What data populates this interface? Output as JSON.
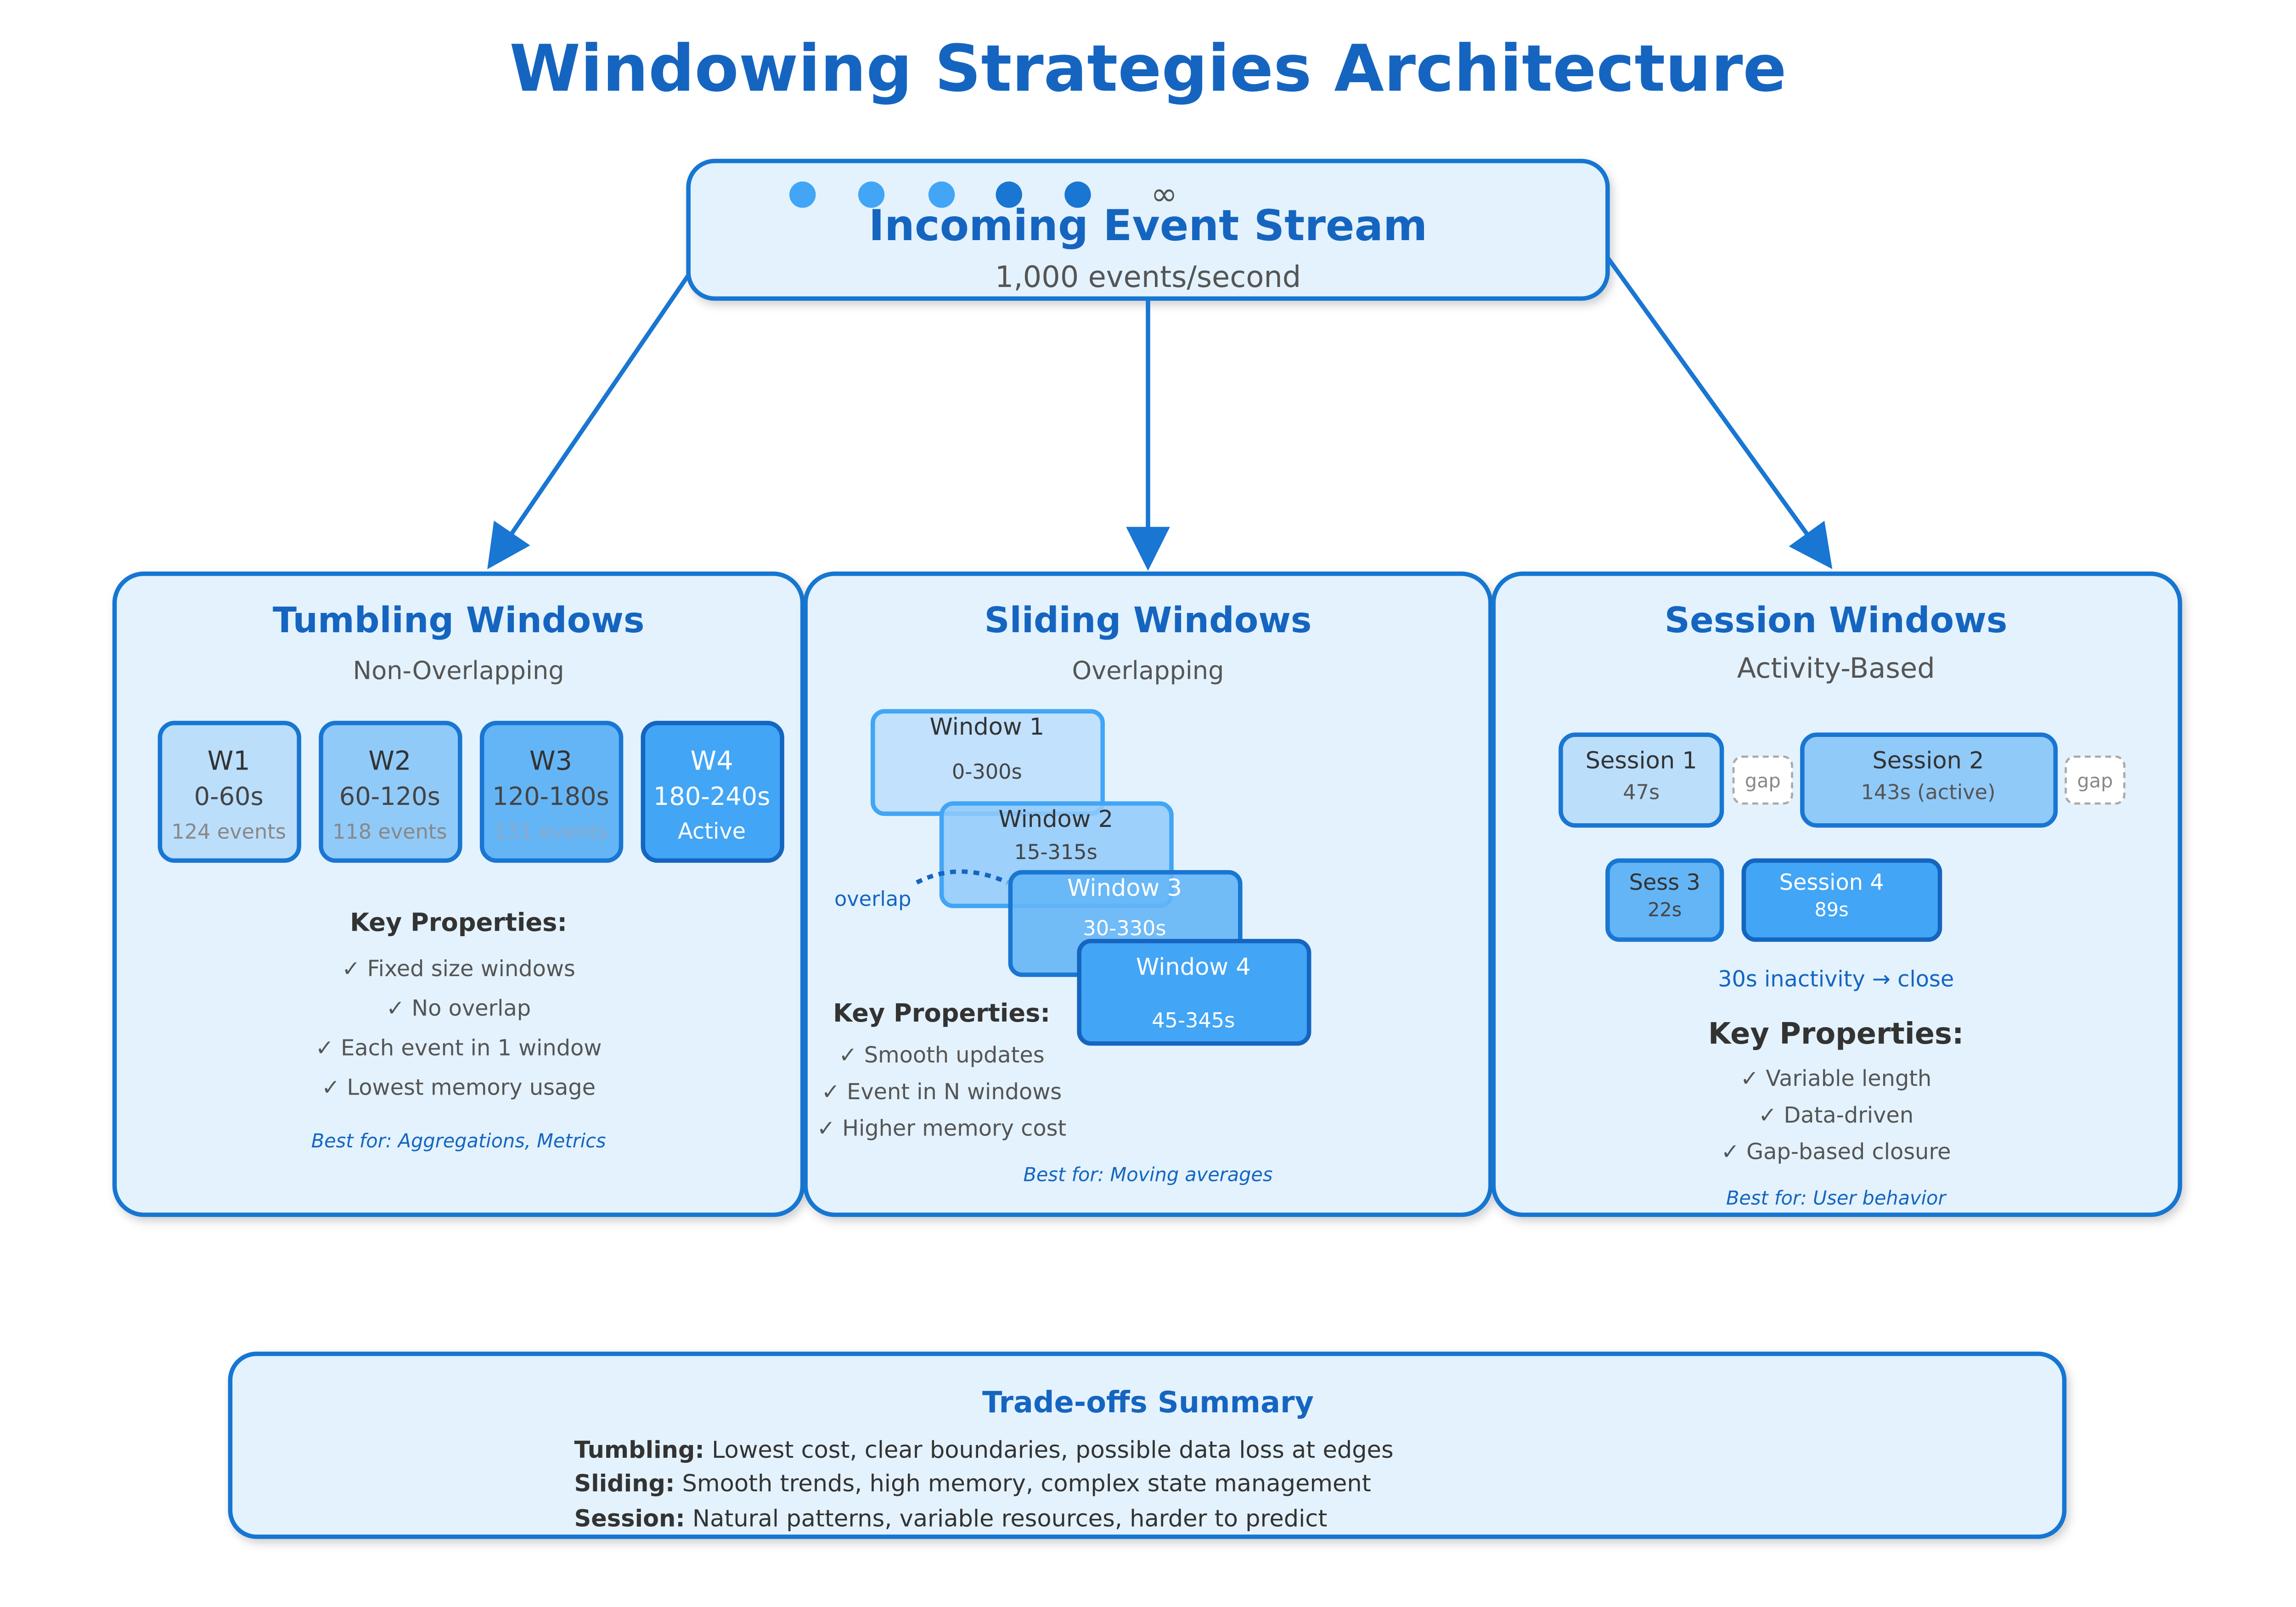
{
  "title": "Windowing Strategies Architecture",
  "stream": {
    "title": "Incoming Event Stream",
    "rate": "1,000 events/second",
    "infinity": "∞"
  },
  "tumbling": {
    "title": "Tumbling Windows",
    "subtitle": "Non-Overlapping",
    "windows": [
      {
        "name": "W1",
        "range": "0-60s",
        "info": "124 events"
      },
      {
        "name": "W2",
        "range": "60-120s",
        "info": "118 events"
      },
      {
        "name": "W3",
        "range": "120-180s",
        "info": "131 events"
      },
      {
        "name": "W4",
        "range": "180-240s",
        "info": "Active"
      }
    ],
    "props_title": "Key Properties:",
    "props": [
      "✓ Fixed size windows",
      "✓ No overlap",
      "✓ Each event in 1 window",
      "✓ Lowest memory usage"
    ],
    "best_for": "Best for: Aggregations, Metrics"
  },
  "sliding": {
    "title": "Sliding Windows",
    "subtitle": "Overlapping",
    "windows": [
      {
        "name": "Window 1",
        "range": "0-300s"
      },
      {
        "name": "Window 2",
        "range": "15-315s"
      },
      {
        "name": "Window 3",
        "range": "30-330s"
      },
      {
        "name": "Window 4",
        "range": "45-345s"
      }
    ],
    "overlap_label": "overlap",
    "props_title": "Key Properties:",
    "props": [
      "✓ Smooth updates",
      "✓ Event in N windows",
      "✓ Higher memory cost"
    ],
    "best_for": "Best for: Moving averages"
  },
  "session": {
    "title": "Session Windows",
    "subtitle": "Activity-Based",
    "sessions": [
      {
        "name": "Session 1",
        "dur": "47s"
      },
      {
        "name": "Session 2",
        "dur": "143s (active)"
      },
      {
        "name": "Sess 3",
        "dur": "22s"
      },
      {
        "name": "Session 4",
        "dur": "89s"
      }
    ],
    "gap_label": "gap",
    "rule": "30s inactivity → close",
    "props_title": "Key Properties:",
    "props": [
      "✓ Variable length",
      "✓ Data-driven",
      "✓ Gap-based closure"
    ],
    "best_for": "Best for: User behavior"
  },
  "summary": {
    "title": "Trade-offs Summary",
    "rows": [
      {
        "label": "Tumbling:",
        "text": " Lowest cost, clear boundaries, possible data loss at edges"
      },
      {
        "label": "Sliding:",
        "text": " Smooth trends, high memory, complex state management"
      },
      {
        "label": "Session:",
        "text": " Natural patterns, variable resources, harder to predict"
      }
    ]
  },
  "colors": {
    "primary": "#1565c0",
    "stroke": "#1976d2",
    "panel": "#e3f2fd",
    "text": "#333333",
    "muted": "#555555"
  }
}
